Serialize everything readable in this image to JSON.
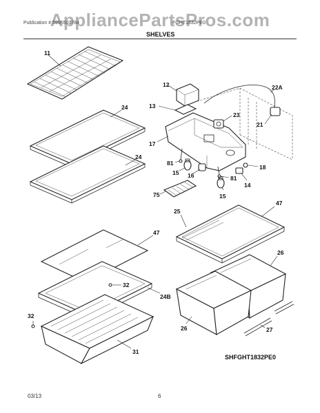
{
  "watermark": "AppliancePartsPros.com",
  "header": {
    "left_text": "Publication # 5995503784",
    "right_text": "FGHT1832PE0",
    "section_title": "SHELVES"
  },
  "callouts": {
    "p11": "11",
    "p12": "12",
    "p13": "13",
    "p22a": "22A",
    "p23": "23",
    "p21": "21",
    "p24a": "24",
    "p24b": "24",
    "p17": "17",
    "p81a": "81",
    "p15a": "15",
    "p16": "16",
    "p81b": "81",
    "p18": "18",
    "p14": "14",
    "p75": "75",
    "p15b": "15",
    "p25": "25",
    "p47a": "47",
    "p47b": "47",
    "p26a": "26",
    "p32a": "32",
    "p24c": "24B",
    "p32b": "32",
    "p26b": "26",
    "p27": "27",
    "p31": "31"
  },
  "model_code": "SHFGHT1832PE0",
  "footer": {
    "date": "03/13",
    "page": "6"
  }
}
